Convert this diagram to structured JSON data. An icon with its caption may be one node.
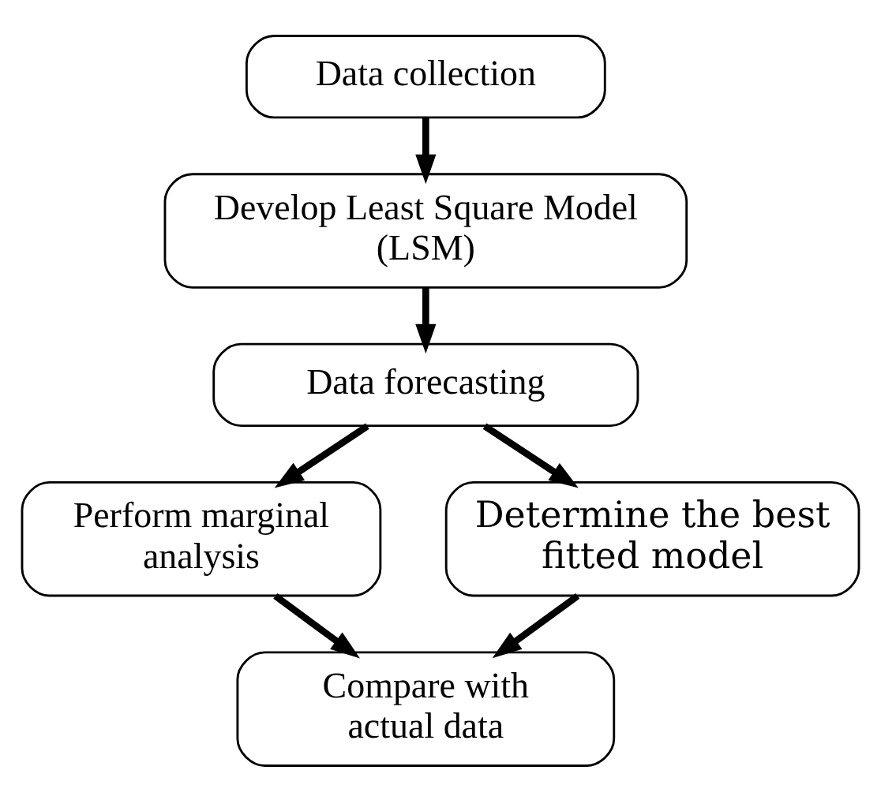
{
  "diagram": {
    "nodes": [
      {
        "text": [
          "Data collection"
        ]
      },
      {
        "text": [
          "Develop Least Square Model (LSM)"
        ]
      },
      {
        "text": [
          "Data forecasting"
        ]
      },
      {
        "text": [
          "Perform marginal analysis"
        ]
      },
      {
        "text": [
          "Determine the best fitted model"
        ]
      },
      {
        "text": [
          "Compare with actual data"
        ]
      }
    ],
    "edges": [
      {
        "from": 0,
        "to": 1,
        "arrow": "to"
      },
      {
        "from": 1,
        "to": 2,
        "arrow": "to"
      },
      {
        "from": 2,
        "to": 3,
        "arrow": "to"
      },
      {
        "from": 2,
        "to": 4,
        "arrow": "to"
      },
      {
        "from": 3,
        "to": 5,
        "arrow": "to"
      },
      {
        "from": 4,
        "to": 5,
        "arrow": "to"
      }
    ]
  }
}
